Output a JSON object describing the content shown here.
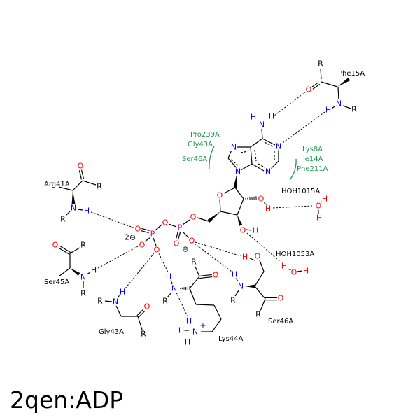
{
  "title": "2qen:ADP",
  "symbols": {
    "N": "N",
    "O": "O",
    "H": "H",
    "P": "P",
    "R": "R",
    "plus": "+",
    "minus": "⊖",
    "minus2": "2⊖"
  },
  "residues": {
    "phe15": "Phe15A",
    "arg41": "Arg41A",
    "ser45": "Ser45A",
    "gly43": "Gly43A",
    "lys44": "Lys44A",
    "ser46": "Ser46A",
    "hoh1015": "HOH1015A",
    "hoh1053": "HOH1053A"
  },
  "hydrophobic": {
    "left": [
      "Pro239A",
      "Gly43A",
      "Ser46A"
    ],
    "right": [
      "Lys8A",
      "Ile14A",
      "Phe211A"
    ]
  },
  "colors": {
    "N": "#0000ff",
    "O": "#ff0000",
    "P": "#e0007f",
    "H_N": "#0000ff",
    "H_O": "#ff0000",
    "C": "#000000",
    "green": "#1a9850"
  }
}
